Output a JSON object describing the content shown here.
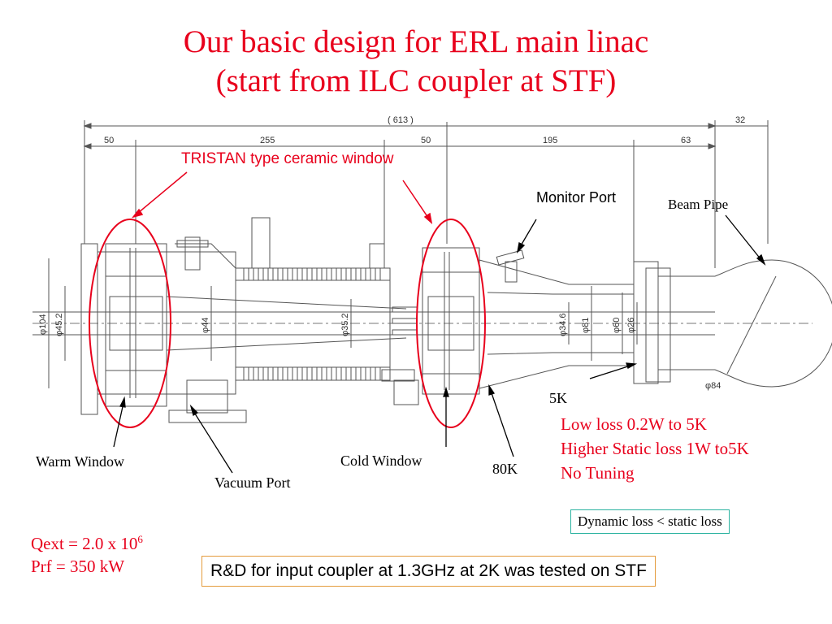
{
  "title": {
    "line1": "Our basic design for ERL main linac",
    "line2": "(start from ILC coupler at STF)"
  },
  "dimensions": {
    "total": "( 613 )",
    "extra": "32",
    "segments": [
      "50",
      "255",
      "50",
      "195",
      "63"
    ],
    "diameters": [
      "φ104",
      "φ45.2",
      "φ44",
      "φ35.2",
      "φ34.6",
      "φ81",
      "φ60",
      "φ26",
      "φ84"
    ]
  },
  "labels": {
    "ceramic_window": "TRISTAN type ceramic window",
    "monitor_port": "Monitor Port",
    "beam_pipe": "Beam Pipe",
    "five_k": "5K",
    "warm_window": "Warm Window",
    "vacuum_port": "Vacuum Port",
    "cold_window": "Cold Window",
    "eighty_k": "80K"
  },
  "notes": {
    "line1": "Low loss  0.2W to 5K",
    "line2": "Higher Static loss  1W to5K",
    "line3": "No Tuning"
  },
  "dynamic_box": "Dynamic loss < static loss",
  "params": {
    "qext_prefix": "Qext = 2.0 x 10",
    "qext_exp": "6",
    "prf": "Prf = 350 kW"
  },
  "rd_box": "R&D for input coupler at 1.3GHz at 2K was tested on STF",
  "colors": {
    "accent": "#e8001c",
    "box1_border": "#2bb3a0",
    "box2_border": "#e49b3c"
  }
}
